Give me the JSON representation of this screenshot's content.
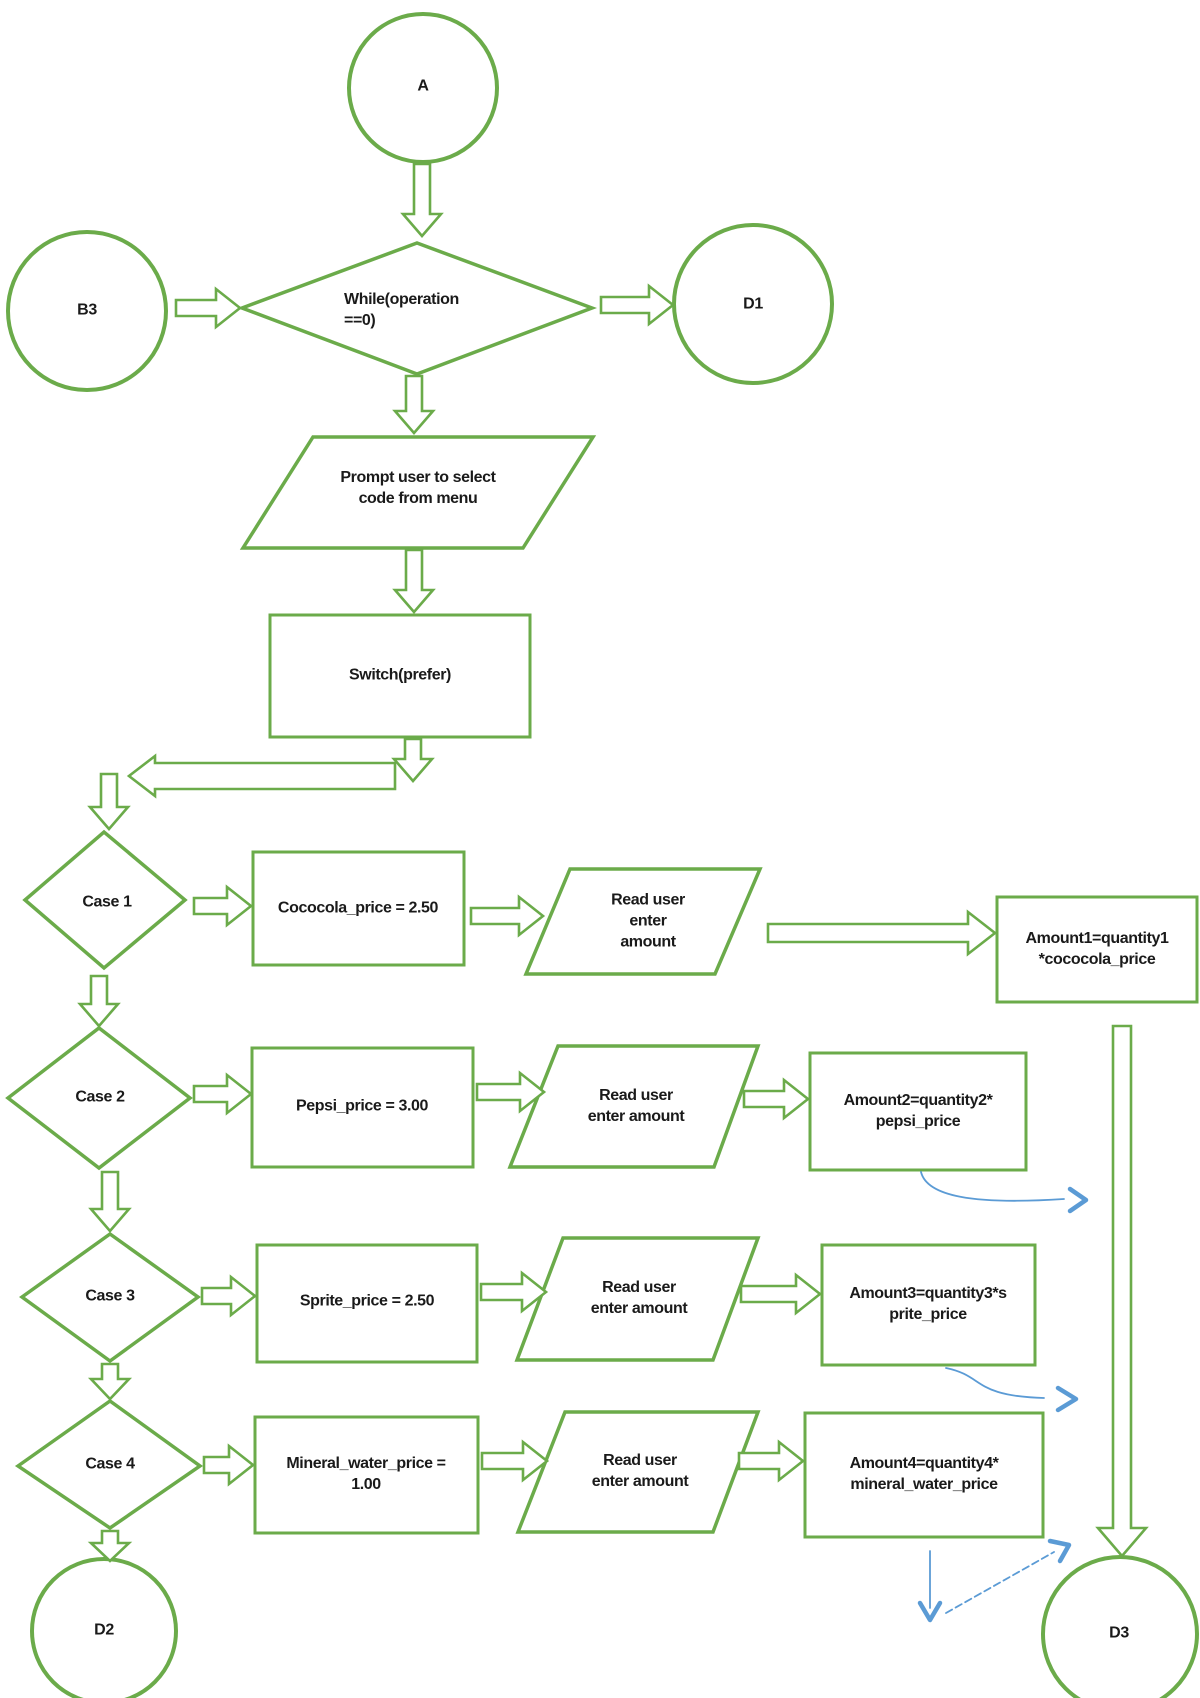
{
  "nodes": {
    "connector_a": "A",
    "connector_b3": "B3",
    "connector_d1": "D1",
    "connector_d2": "D2",
    "connector_d3": "D3",
    "while_condition": "While(operation\n==0)",
    "prompt": "Prompt user to select\ncode from menu",
    "switch": "Switch(prefer)",
    "case1": "Case 1",
    "case2": "Case 2",
    "case3": "Case 3",
    "case4": "Case 4",
    "coco_price": "Cococola_price = 2.50",
    "pepsi_price": "Pepsi_price = 3.00",
    "sprite_price": "Sprite_price = 2.50",
    "mineral_price": "Mineral_water_price =\n1.00",
    "read1": "Read user\nenter\namount",
    "read2": "Read user\nenter amount",
    "read3": "Read user\nenter amount",
    "read4": "Read user\nenter amount",
    "amount1": "Amount1=quantity1\n*cococola_price",
    "amount2": "Amount2=quantity2*\npepsi_price",
    "amount3": "Amount3=quantity3*s\nprite_price",
    "amount4": "Amount4=quantity4*\nmineral_water_price"
  },
  "colors": {
    "shape_stroke": "#6BAB4A",
    "connector_blue": "#5B9BD5",
    "text": "#1A1A1A",
    "background": "#FFFFFF"
  }
}
